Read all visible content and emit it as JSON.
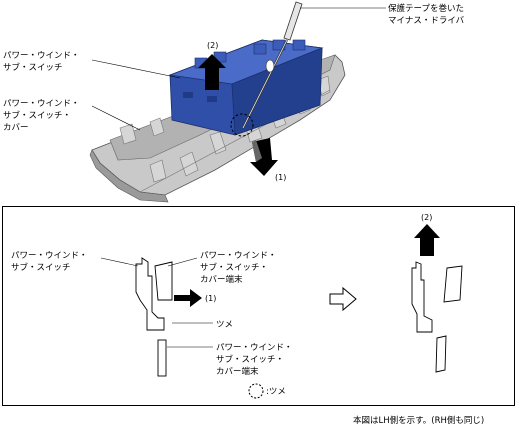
{
  "labels": {
    "tool_line1": "保護テープを巻いた",
    "tool_line2": "マイナス・ドライバ",
    "switch_line1": "パワー・ウインド・",
    "switch_line2": "サブ・スイッチ",
    "cover_line1": "パワー・ウインド・",
    "cover_line2": "サブ・スイッチ・",
    "cover_line3": "カバー",
    "step2": "(2)",
    "step1": "(1)"
  },
  "detail": {
    "switch_line1": "パワー・ウインド・",
    "switch_line2": "サブ・スイッチ",
    "cover_end_line1": "パワー・ウインド・",
    "cover_end_line2": "サブ・スイッチ・",
    "cover_end_line3": "カバー端末",
    "claw": "ツメ",
    "cover_end2_line1": "パワー・ウインド・",
    "cover_end2_line2": "サブ・スイッチ・",
    "cover_end2_line3": "カバー端末",
    "step1": "(1)",
    "step2": "(2)",
    "legend_claw": ":ツメ"
  },
  "footer": {
    "note": "本図はLH側を示す。(RH側も同じ)"
  }
}
